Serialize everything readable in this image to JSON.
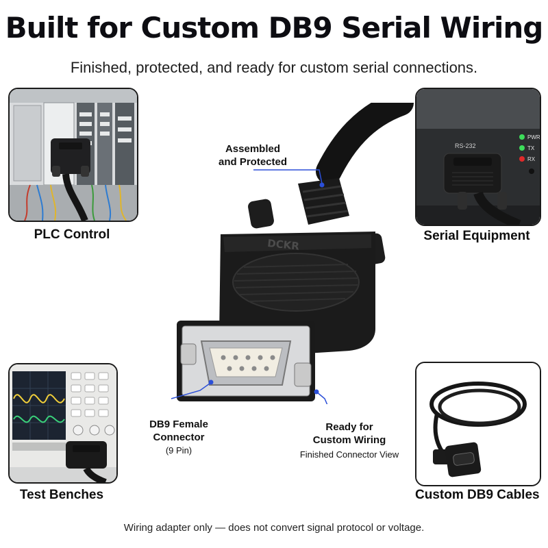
{
  "header": {
    "title": "Built for Custom DB9 Serial Wiring",
    "subtitle": "Finished, protected, and ready for custom serial connections."
  },
  "panels": {
    "plc": {
      "caption": "PLC Control"
    },
    "serial": {
      "caption": "Serial Equipment",
      "port_label": "RS-232",
      "led_labels": [
        "PWR",
        "TX",
        "RX"
      ]
    },
    "test": {
      "caption": "Test Benches"
    },
    "cables": {
      "caption": "Custom DB9 Cables"
    }
  },
  "product": {
    "brand": "DCKR",
    "callouts": {
      "assembled": "Assembled",
      "protected": "and Protected",
      "female_1": "DB9 Female",
      "female_2": "Connector",
      "female_pins": "(9 Pin)",
      "ready_1": "Ready for",
      "ready_2": "Custom Wiring",
      "ready_sub": "Finished Connector View"
    }
  },
  "footer": {
    "note": "Wiring adapter only — does not convert signal protocol or voltage."
  },
  "colors": {
    "accent_line": "#2b4fd8",
    "connector_body": "#1b1b1b",
    "led_green": "#3ddc5a",
    "led_red": "#e02a2a"
  }
}
